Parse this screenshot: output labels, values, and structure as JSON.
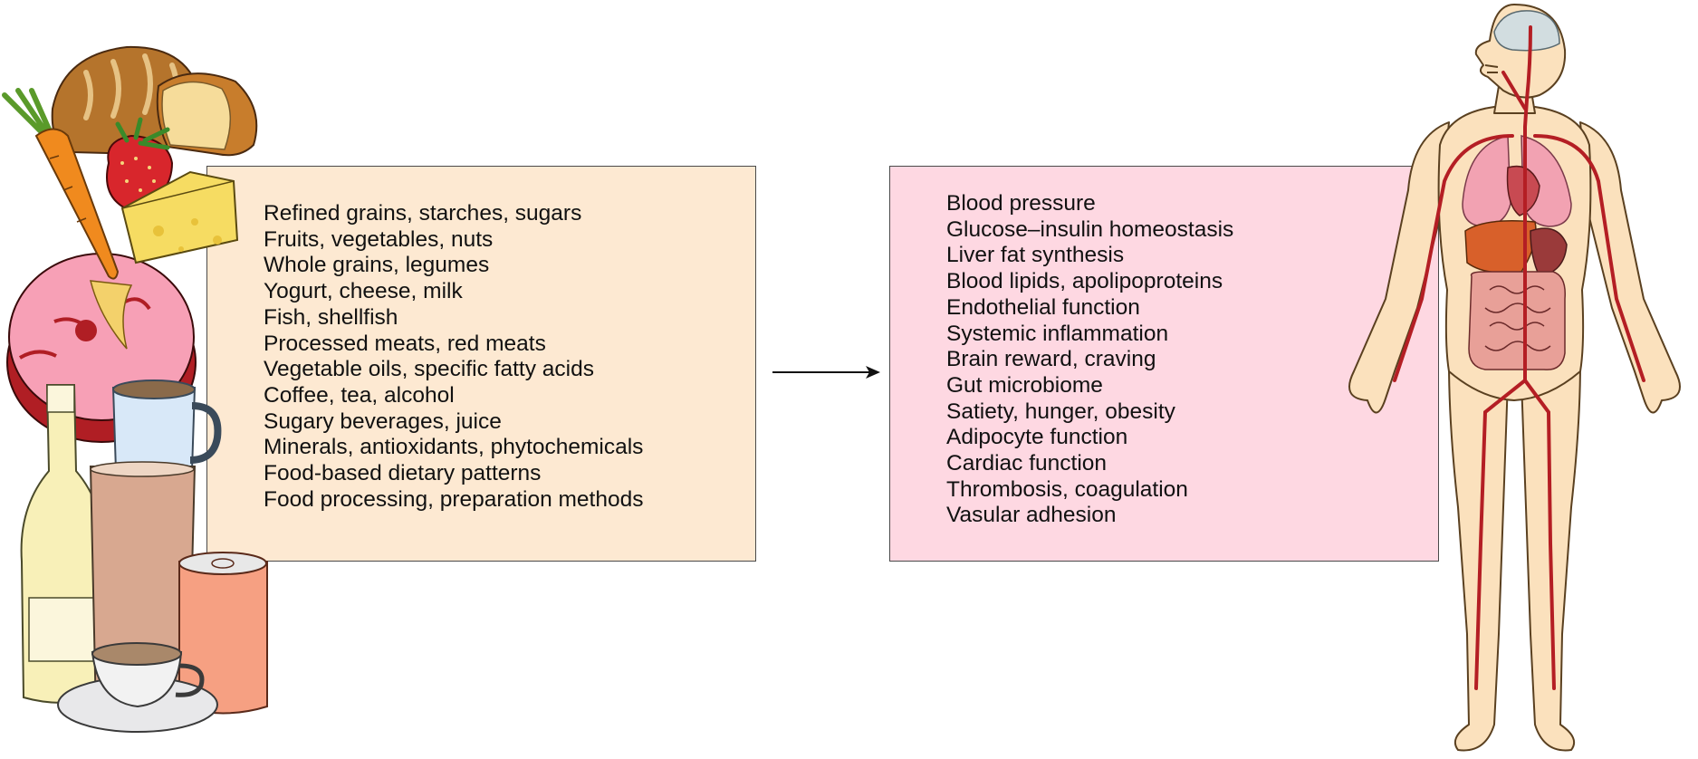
{
  "colors": {
    "food_box_fill": "#fde9d2",
    "effects_box_fill": "#fed8e2",
    "border": "#4a4a4a",
    "artery": "#b41e24",
    "skin": "#fbe1bd"
  },
  "food_illustration": {
    "icon": "assorted-foods-and-beverages-icon",
    "items": [
      "bread-icon",
      "carrot-icon",
      "strawberry-icon",
      "cheese-icon",
      "ham-icon",
      "wine-bottle-icon",
      "mug-icon",
      "glass-icon",
      "can-icon",
      "teacup-icon"
    ]
  },
  "food_factors": {
    "items": [
      "Refined grains, starches, sugars",
      "Fruits, vegetables, nuts",
      "Whole grains, legumes",
      "Yogurt, cheese, milk",
      "Fish, shellfish",
      "Processed meats, red meats",
      "Vegetable oils, specific fatty acids",
      "Coffee, tea, alcohol",
      "Sugary beverages, juice",
      "Minerals, antioxidants, phytochemicals",
      "Food-based dietary patterns",
      "Food processing, preparation methods"
    ]
  },
  "arrow": {
    "icon": "right-arrow-icon"
  },
  "physiological_effects": {
    "items": [
      "Blood pressure",
      "Glucose–insulin homeostasis",
      "Liver fat synthesis",
      "Blood lipids, apolipoproteins",
      "Endothelial function",
      "Systemic inflammation",
      "Brain reward, craving",
      "Gut microbiome",
      "Satiety, hunger, obesity",
      "Adipocyte function",
      "Cardiac function",
      "Thrombosis, coagulation",
      "Vasular adhesion"
    ]
  },
  "human_illustration": {
    "icon": "human-anatomy-icon",
    "organs": [
      "brain-icon",
      "lungs-icon",
      "heart-icon",
      "liver-icon",
      "stomach-icon",
      "intestines-icon",
      "arteries-icon"
    ]
  }
}
